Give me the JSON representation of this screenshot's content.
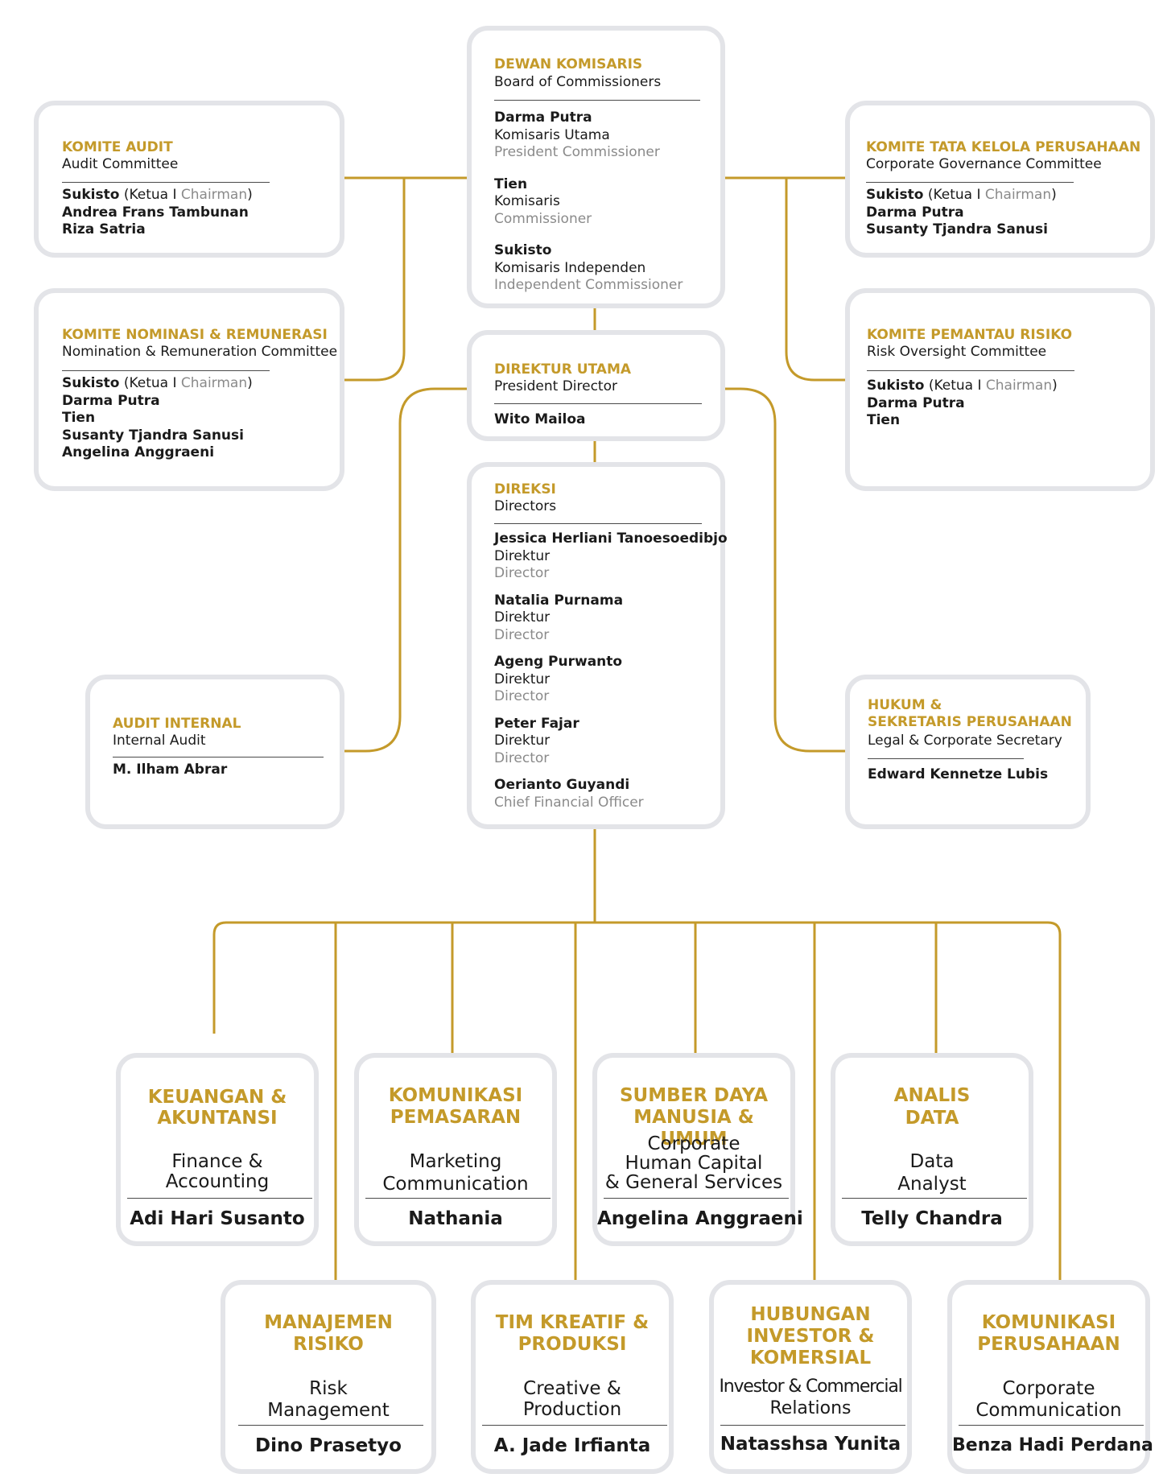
{
  "colors": {
    "accent_gold": "#c49a2a",
    "box_border": "#e3e4e8",
    "muted_text": "#8a8a8a",
    "connector": "#c49a2a"
  },
  "board": {
    "title_id": "DEWAN KOMISARIS",
    "title_en": "Board of Commissioners",
    "members": [
      {
        "name": "Darma Putra",
        "role_id": "Komisaris Utama",
        "role_en": "President Commissioner"
      },
      {
        "name": "Tien",
        "role_id": "Komisaris",
        "role_en": "Commissioner"
      },
      {
        "name": "Sukisto",
        "role_id": "Komisaris Independen",
        "role_en": "Independent Commissioner"
      }
    ]
  },
  "audit_committee": {
    "title_id": "KOMITE AUDIT",
    "title_en": "Audit Committee",
    "chair_name": "Sukisto",
    "chair_open": "(Ketua",
    "chair_sep": "I",
    "chair_en": "Chairman",
    "chair_close": ")",
    "members": [
      "Andrea Frans Tambunan",
      "Riza Satria"
    ]
  },
  "nomination_committee": {
    "title_id": "KOMITE NOMINASI & REMUNERASI",
    "title_en": "Nomination & Remuneration Committee",
    "chair_name": "Sukisto",
    "chair_open": "(Ketua",
    "chair_sep": "I",
    "chair_en": "Chairman",
    "chair_close": ")",
    "members": [
      "Darma Putra",
      "Tien",
      "Susanty Tjandra Sanusi",
      "Angelina Anggraeni"
    ]
  },
  "governance_committee": {
    "title_id": "KOMITE TATA KELOLA PERUSAHAAN",
    "title_en": "Corporate Governance Committee",
    "chair_name": "Sukisto",
    "chair_open": "(Ketua",
    "chair_sep": "I",
    "chair_en": "Chairman",
    "chair_close": ")",
    "members": [
      "Darma Putra",
      "Susanty Tjandra Sanusi"
    ]
  },
  "risk_committee": {
    "title_id": "KOMITE PEMANTAU RISIKO",
    "title_en": "Risk Oversight Committee",
    "chair_name": "Sukisto",
    "chair_open": "(Ketua",
    "chair_sep": "I",
    "chair_en": "Chairman",
    "chair_close": ")",
    "members": [
      "Darma Putra",
      "Tien"
    ]
  },
  "president_director": {
    "title_id": "DIREKTUR UTAMA",
    "title_en": "President Director",
    "name": "Wito Mailoa"
  },
  "directors": {
    "title_id": "DIREKSI",
    "title_en": "Directors",
    "members": [
      {
        "name": "Jessica Herliani Tanoesoedibjo",
        "role_id": "Direktur",
        "role_en": "Director"
      },
      {
        "name": "Natalia Purnama",
        "role_id": "Direktur",
        "role_en": "Director"
      },
      {
        "name": "Ageng Purwanto",
        "role_id": "Direktur",
        "role_en": "Director"
      },
      {
        "name": "Peter Fajar",
        "role_id": "Direktur",
        "role_en": "Director"
      },
      {
        "name": "Oerianto Guyandi",
        "role_en": "Chief Financial Officer"
      }
    ]
  },
  "internal_audit": {
    "title_id": "AUDIT INTERNAL",
    "title_en": "Internal Audit",
    "name": "M. Ilham Abrar"
  },
  "legal": {
    "title_id_1": "HUKUM &",
    "title_id_2": "SEKRETARIS PERUSAHAAN",
    "title_en": "Legal & Corporate Secretary",
    "name": "Edward Kennetze Lubis"
  },
  "departments": [
    {
      "title_id": [
        "KEUANGAN &",
        "AKUNTANSI"
      ],
      "title_en": [
        "Finance &",
        "Accounting"
      ],
      "name": "Adi Hari Susanto"
    },
    {
      "title_id": [
        "KOMUNIKASI",
        "PEMASARAN"
      ],
      "title_en": [
        "Marketing",
        "Communication"
      ],
      "name": "Nathania"
    },
    {
      "title_id": [
        "SUMBER DAYA",
        "MANUSIA & UMUM"
      ],
      "title_en": [
        "Corporate",
        "Human Capital",
        "& General Services"
      ],
      "name": "Angelina Anggraeni"
    },
    {
      "title_id": [
        "ANALIS",
        "DATA"
      ],
      "title_en": [
        "Data",
        "Analyst"
      ],
      "name": "Telly Chandra"
    },
    {
      "title_id": [
        "MANAJEMEN",
        "RISIKO"
      ],
      "title_en": [
        "Risk",
        "Management"
      ],
      "name": "Dino Prasetyo"
    },
    {
      "title_id": [
        "TIM KREATIF &",
        "PRODUKSI"
      ],
      "title_en": [
        "Creative &",
        "Production"
      ],
      "name": "A. Jade Irfianta"
    },
    {
      "title_id": [
        "HUBUNGAN",
        "INVESTOR &",
        "KOMERSIAL"
      ],
      "title_en": [
        "Investor & Commercial",
        "Relations"
      ],
      "name": "Natasshsa Yunita"
    },
    {
      "title_id": [
        "KOMUNIKASI",
        "PERUSAHAAN"
      ],
      "title_en": [
        "Corporate",
        "Communication"
      ],
      "name": "Benza Hadi Perdana"
    }
  ]
}
